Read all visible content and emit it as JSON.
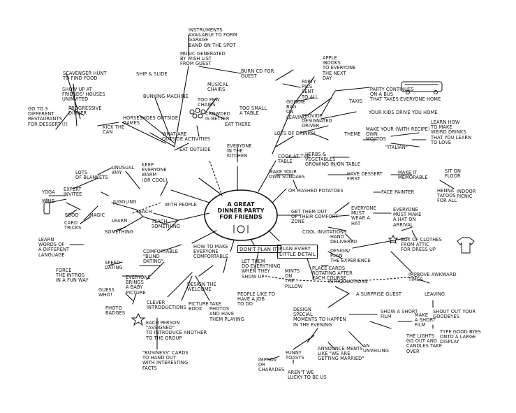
{
  "center": {
    "label": "A GREAT\nDINNER PARTY\nFOR FRIENDS"
  },
  "nodes": {
    "instruments": "INSTRUMENTS\nAVAILABLE TO FORM\nGARAGE\nBAND ON THE SPOT",
    "music": "MUSIC GENERATED\nBY WISH LIST\nFROM GUEST",
    "burn_cd": "BURN CD FOR\nGUEST",
    "apple": "APPLE\niBOOKS\nTO EVERYONE\nTHE NEXT\nDAY",
    "party_pics": "PARTY\nPICS\nSENT\nTO ALL",
    "goodie_bag": "GOODIE\nBAG\nON\nLEAVING",
    "taxis": "TAXIS",
    "party_bus": "PARTY CONTINUES\nON A BUS\nTHAT TAKES EVERYONE HOME",
    "designated_driver": "PROVIDE\nDESIGNATED\nDRIVER",
    "kids_drive": "YOUR KIDS DRIVE YOU HOME",
    "lots_drinks": "LOTS OF DRINKS!",
    "theme": "THEME",
    "make_your_own": "MAKE YOUR (WITH RECIPE)\nOWN\nMOJITOS",
    "learn_drinks": "LEARN HOW\nTO MAKE\nWEIRD DRINKS\nTHAT YOU LEARN\nTO LOVE",
    "italian": "\"ITALIAN\"",
    "herbs": "HERBS &\nVEGETABLES\nGROWING IN/ON TABLE",
    "cook_table": "COOK AT THE\nTABLE",
    "sundaes": "MAKE YOUR\nOWN SUNDAES",
    "mashed": "OR MASHED POTATOES",
    "dessert_first": "HAVE DESSERT\nFIRST",
    "memorable": "MAKE IT\nMEMORABLE",
    "sit_floor": "SIT ON\nFLOOR",
    "indoor_picnic": "INDOOR\nPICNIC",
    "face_painter": "FACE PAINTER",
    "henna": "HENNA\nTATOOS\nFOR ALL",
    "ship_slide": "SHIP & SLIDE",
    "scavenger": "SCAVENGER HUNT\nTO FIND FOOD",
    "show_up": "SHOW UP AT\nFRIENDS' HOUSES\nUNINVITED",
    "progressive": "PROGRESSIVE\nDINNER",
    "go_to_3": "GO TO 3\nDIFFERENT\nRESTAURANTS\nFOR DESSERT (!)",
    "bunking": "BUNKING MACHINE",
    "horseshoes": "HORSESHOES OUTSIDE\nGAMES",
    "kick_can": "KICK THE\nCAN",
    "musical_chairs": "MUSICAL\nCHAIRS",
    "too_few_chairs": "TOO FEW\nCHAIRS",
    "too_small": "TOO SMALL\nA TABLE",
    "crowded": "CROWDED\nIS BETTER",
    "eat_there": "EAT THERE",
    "what_outside": "WHAT ARE\nOUTSIDE ACTIVITIES",
    "eat_outside": "EAT OUTSIDE",
    "everyone_kitchen": "EVERYONE\nIN THE\nKITCHEN",
    "lots_blankets": "LOTS\nOF BLANKETS",
    "unusual_way": "UNUSUAL\nWAY",
    "keep_warm": "KEEP\nEVERYONE\nWARM\n(OR COOL)",
    "expert": "EXPERT\nINVITEE",
    "yoga": "YOGA",
    "wine": "WINE",
    "food": "FOOD",
    "card_tricks": "CARD\nTRICKS",
    "magic": "MAGIC",
    "juggling": "JUGGLING",
    "learn": "LEARN",
    "teach": "TEACH",
    "something": "SOMETHING",
    "teach_something": "TEACH\nSOMETHING",
    "words_language": "LEARN\nWORDS OF\nA DIFFERENT\nLANGUAGE",
    "with_people": "WITH PEOPLE",
    "comfortable": "COMFORTABLE\n\"BLIND\nDATING\"",
    "how_comfortable": "HOW TO MAKE\nEVERYONE\nCOMFORTABLE",
    "speed_dating": "SPEED\nDATING",
    "force_intros": "FORCE\nTHE INTROS\nIN A FUN WAY",
    "baby_picture": "EVERYONE\nBRINGS\nA BABY\nPICTURE",
    "guess_who": "GUESS\nWHO!",
    "photo_badges": "PHOTO\nBADGES",
    "clever": "CLEVER\nINTRODUCTIONS",
    "each_person": "EACH PERSON\n\"ASSIGNED\"\nTO INTRODUCE ANOTHER\nTO THE GROUP",
    "business_cards": "\"BUSINESS\" CARDS\nTO HAND OUT\nWITH INTERESTING\nFACTS",
    "design_welcome": "DESIGN THE\nWELCOME",
    "picture_book": "PICTURE\nBOOK",
    "take_photos": "TAKE\nPHOTOS\nAND HAVE\nTHEM PLAYING",
    "dont_plan": "DON'T PLAN IT!",
    "let_them": "LET THEM\nDO EVERYTHING\nWHEN THEY\nSHOW UP",
    "people_job": "PEOPLE LIKE TO\nHAVE A JOB\nTO DO",
    "plan_every": "PLAN EVERY\nLITTLE DETAIL",
    "mints": "MINTS\nON\nTHE\nPILLOW",
    "place_cards": "PLACE CARDS\nROTATING AFTER\nEACH COURSE",
    "design_plan": "DESIGN/\nPLAN\nTHE EXPERIENCE",
    "get_them_out": "GET THEM OUT\nOF THEIR COMFORT\nZONE",
    "everyone_must": "EVERYONE\nMUST\nWEAR A\nHAT",
    "must_make_hat": "EVERYONE\nMUST MAKE\nA HAT ON\nARRIVAL",
    "cool_invitations": "COOL INVITATIONS",
    "hand_delivered": "HAND\nDELIVERED",
    "box_clothes": "BOX OF CLOTHES\nFROM ATTIC\nFOR DRESS UP",
    "improv_awkward": "IMPROVE AWKWARD\nTIMES",
    "leaving": "LEAVING",
    "shout_goodbyes": "SHOUT OUT YOUR\nGOODBYES",
    "type_goodbyes": "TYPE GOOD BYES\nONTO A LARGE\nDISPLAY",
    "introductions": "INTRODUCTIONS",
    "surprise_guest": "A SURPRISE GUEST",
    "design_special": "DESIGN\nSPECIAL\nMOMENTS TO HAPPEN\nIN THE EVENING",
    "show_short_film": "SHOW A SHORT\nFILM",
    "make_short_film": "MAKE\nA SHORT\nFILM",
    "lights_out": "THE LIGHTS\nGO OUT AND\nCANDLES TAKE\nOVER",
    "unveiling": "AN\nUNVEILING",
    "announce": "ANNOUNCE MENTS\nLIKE \"WE ARE\nGETTING MARRIED\"",
    "funny_toasts": "FUNNY\nTOASTS",
    "improv_comrades": "IMPROV\nOR\nCHARADES",
    "lucky": "AREN'T WE\nLUCKY TO BE US"
  }
}
